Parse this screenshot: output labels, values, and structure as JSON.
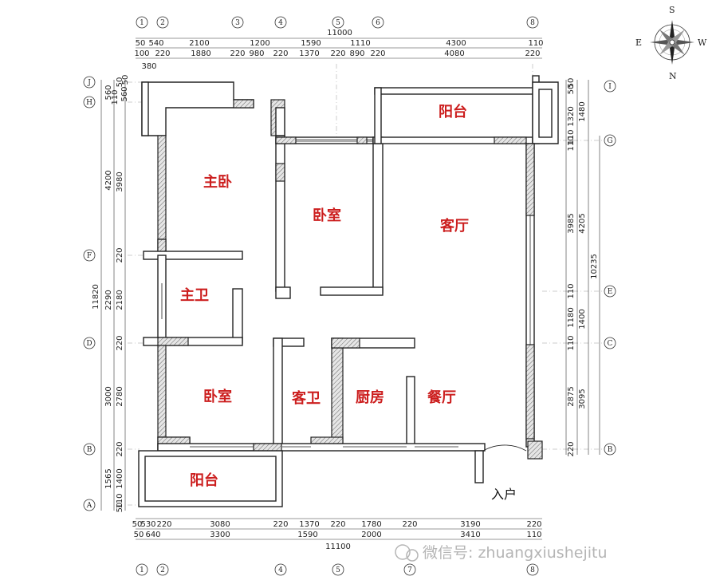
{
  "rooms": {
    "master_bedroom": "主卧",
    "bedroom_center": "卧室",
    "living_room": "客厅",
    "master_bath": "主卫",
    "bedroom_lower": "卧室",
    "guest_bath": "客卫",
    "kitchen": "厨房",
    "dining_room": "餐厅",
    "balcony_top": "阳台",
    "balcony_bottom": "阳台"
  },
  "entrance_label": "入户",
  "watermark": "微信号: zhuangxiushejitu",
  "compass": {
    "s": "S",
    "n": "N",
    "e": "E",
    "w": "W"
  },
  "axes_top": [
    "1",
    "2",
    "3",
    "4",
    "5",
    "6",
    "8"
  ],
  "axes_bottom": [
    "1",
    "2",
    "4",
    "5",
    "7",
    "8"
  ],
  "axes_left": [
    "J",
    "H",
    "F",
    "D",
    "B",
    "A"
  ],
  "axes_right": [
    "I",
    "G",
    "E",
    "C",
    "B"
  ],
  "dims_top": {
    "total": "11000",
    "row1": [
      "50",
      "540",
      "2100",
      "1200",
      "1590",
      "1110",
      "4300",
      "110"
    ],
    "row2": [
      "100",
      "220",
      "1880",
      "220",
      "980",
      "220",
      "1370",
      "220",
      "890",
      "220",
      "4080",
      "220"
    ],
    "row3": [
      "380"
    ]
  },
  "dims_bottom": {
    "total": "11100",
    "row1": [
      "50",
      "530",
      "220",
      "3080",
      "220",
      "1370",
      "220",
      "1780",
      "220",
      "3190",
      "220"
    ],
    "row2": [
      "50",
      "640",
      "3300",
      "1590",
      "2000",
      "3410",
      "110"
    ]
  },
  "dims_left": {
    "total": "11820",
    "outer": [
      "560",
      "4200",
      "2290",
      "3000",
      "1565"
    ],
    "inner": [
      "50",
      "110",
      "560",
      "50",
      "3980",
      "220",
      "2180",
      "220",
      "2780",
      "220",
      "1400",
      "110",
      "50"
    ]
  },
  "dims_right": {
    "total": "10235",
    "outer": [
      "1480",
      "4205",
      "1400",
      "3095"
    ],
    "inner": [
      "50",
      "50",
      "1320",
      "110",
      "110",
      "3985",
      "110",
      "1180",
      "110",
      "2875",
      "220"
    ]
  }
}
